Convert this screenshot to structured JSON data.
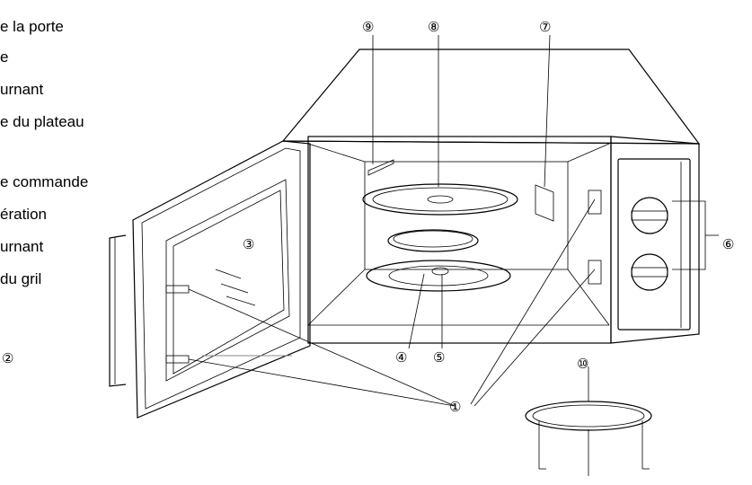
{
  "legend": [
    "e la porte",
    "e",
    "urnant",
    "e du plateau",
    "",
    "e commande",
    "ération",
    "urnant",
    " du gril"
  ],
  "callouts": [
    {
      "id": "c1",
      "label": "①"
    },
    {
      "id": "c2",
      "label": "②"
    },
    {
      "id": "c3",
      "label": "③"
    },
    {
      "id": "c4",
      "label": "④"
    },
    {
      "id": "c5",
      "label": "⑤"
    },
    {
      "id": "c6",
      "label": "⑥"
    },
    {
      "id": "c7",
      "label": "⑦"
    },
    {
      "id": "c8",
      "label": "⑧"
    },
    {
      "id": "c9",
      "label": "⑨"
    },
    {
      "id": "c10",
      "label": "⑩"
    }
  ],
  "colors": {
    "line": "#000000",
    "leader_grey": "#888888"
  }
}
